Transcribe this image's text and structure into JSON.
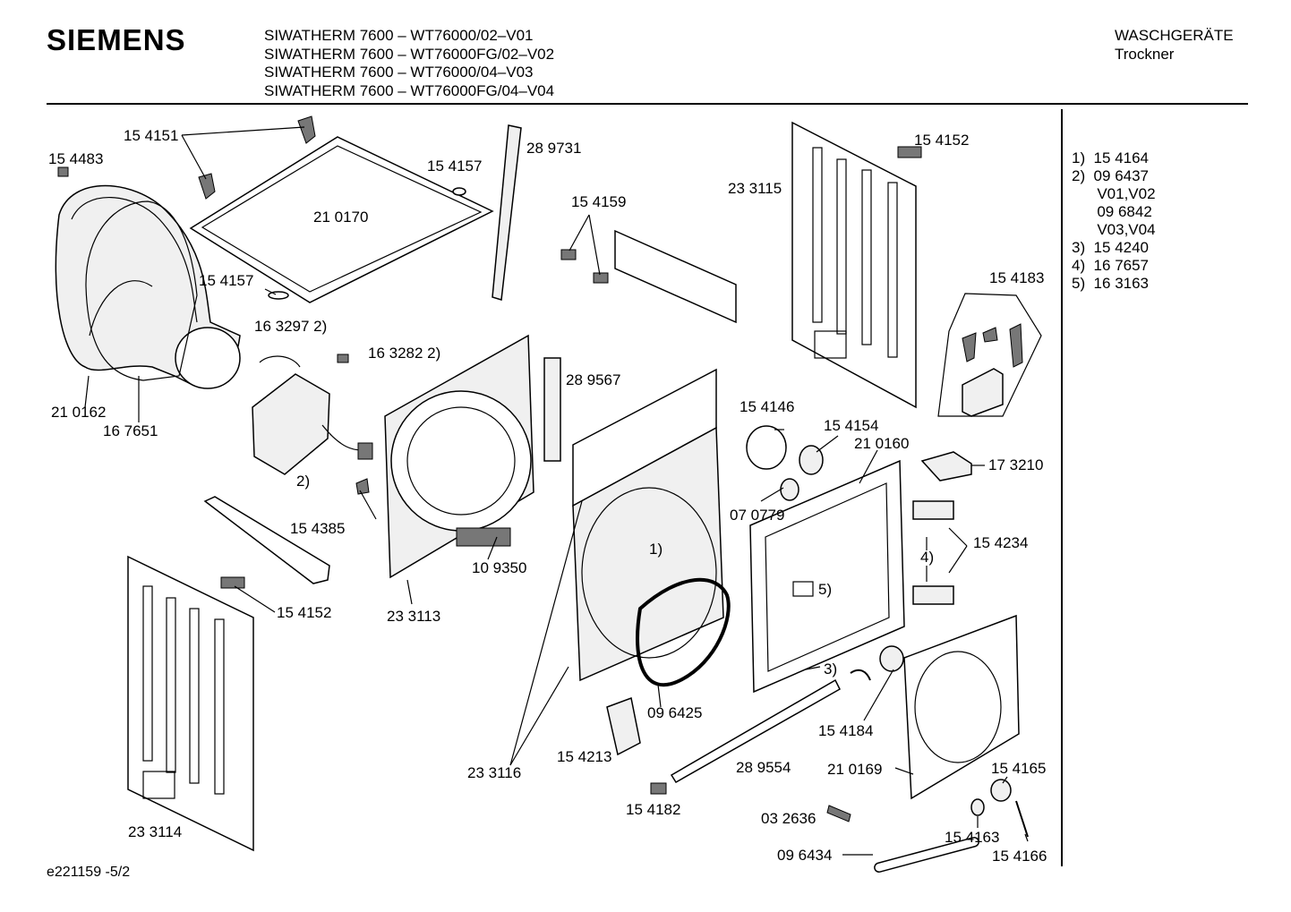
{
  "header": {
    "brand": "SIEMENS",
    "models": [
      "SIWATHERM 7600 – WT76000/02–V01",
      "SIWATHERM 7600 – WT76000FG/02–V02",
      "SIWATHERM 7600 – WT76000/04–V03",
      "SIWATHERM 7600 – WT76000FG/04–V04"
    ],
    "category": "WASCHGERÄTE",
    "subcategory": "Trockner"
  },
  "footnotes": [
    "1)  15 4164",
    "2)  09 6437",
    "      V01,V02",
    "      09 6842",
    "      V03,V04",
    "3)  15 4240",
    "4)  16 7657",
    "5)  16 3163"
  ],
  "labels": {
    "l154151": "15 4151",
    "l154483": "15 4483",
    "l154157a": "15 4157",
    "l289731": "28 9731",
    "l210170": "21 0170",
    "l154157b": "15 4157",
    "l163297": "16 3297 2)",
    "l163282": "16 3282 2)",
    "l210162": "21 0162",
    "l167651": "16 7651",
    "l2": "2)",
    "l154385": "15 4385",
    "l154152a": "15 4152",
    "l233114": "23 3114",
    "l233113": "23 3113",
    "l109350": "10 9350",
    "l289567": "28 9567",
    "l154159": "15 4159",
    "l233116": "23 3116",
    "l1": "1)",
    "l096425": "09 6425",
    "l154213": "15 4213",
    "l154182": "15 4182",
    "l289554": "28 9554",
    "l154146": "15 4146",
    "l154154": "15 4154",
    "l070779": "07 0779",
    "l210160": "21 0160",
    "l5": "5)",
    "l3": "3)",
    "l154184": "15 4184",
    "l210169": "21 0169",
    "l032636": "03 2636",
    "l096434": "09 6434",
    "l154163": "15 4163",
    "l154165": "15 4165",
    "l154166": "15 4166",
    "l233115": "23 3115",
    "l154152b": "15 4152",
    "l154183": "15 4183",
    "l173210": "17 3210",
    "l154234": "15 4234",
    "l4": "4)"
  },
  "footer": "e221159 -5/2"
}
